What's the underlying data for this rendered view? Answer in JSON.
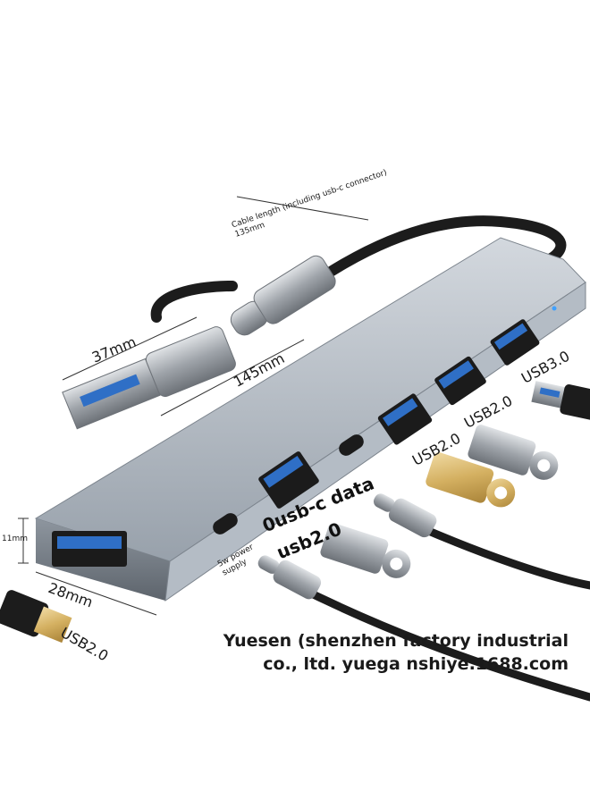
{
  "labels": {
    "cable_length_line1": "Cable length (including usb-c connector)",
    "cable_length_line2": "135mm",
    "dim_37": "37mm",
    "dim_145": "145mm",
    "dim_11": "11mm",
    "dim_28": "28mm",
    "port_usb3": "USB3.0",
    "port_usb2_a": "USB2.0",
    "port_usb2_b": "USB2.0",
    "port_usb2_left": "USB2.0",
    "power_line1": "5w power",
    "power_line2": "supply",
    "usbc_data_line1": "0usb-c data",
    "usbc_data_line2": "usb2.0"
  },
  "watermark": {
    "line1": "Yuesen (shenzhen factory industrial",
    "line2": "co., ltd. yuega nshiye.1688.com"
  },
  "colors": {
    "hub_body": "#a9b1bb",
    "hub_top": "#c7cdd4",
    "port_blue": "#2f6fc6",
    "cable": "#1c1c1c",
    "gold": "#d8b66a",
    "silver": "#b9bcbf"
  }
}
